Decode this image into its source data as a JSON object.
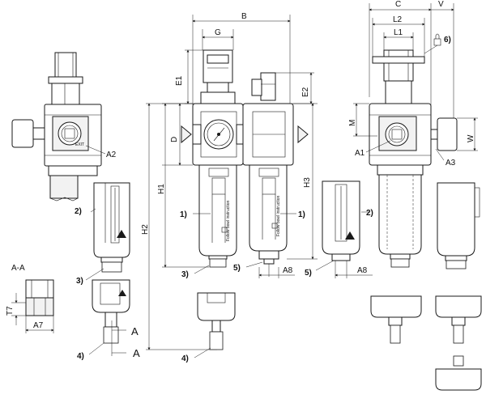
{
  "labels": {
    "B": "B",
    "G": "G",
    "C": "C",
    "V": "V",
    "L2": "L2",
    "L1": "L1",
    "E1": "E1",
    "E2": "E2",
    "D": "D",
    "H1": "H1",
    "H2": "H2",
    "H3": "H3",
    "M": "M",
    "W": "W",
    "A1": "A1",
    "A2": "A2",
    "A3": "A3",
    "A7": "A7",
    "A8": "A8",
    "A8b": "A8",
    "T7": "T7",
    "AA": "A-A",
    "A_upper": "A",
    "A_lower": "A",
    "c1_left": "1)",
    "c1_right": "1)",
    "c2_left": "2)",
    "c2_mid": "2)",
    "c3_left": "3)",
    "c3_mid": "3)",
    "c4_left": "4)",
    "c4_mid": "4)",
    "c5_mid": "5)",
    "c5_right": "5)",
    "c6": "6)"
  },
  "bowl_text": {
    "follow": "Follow bowl instruction",
    "exit": "EXIT"
  }
}
